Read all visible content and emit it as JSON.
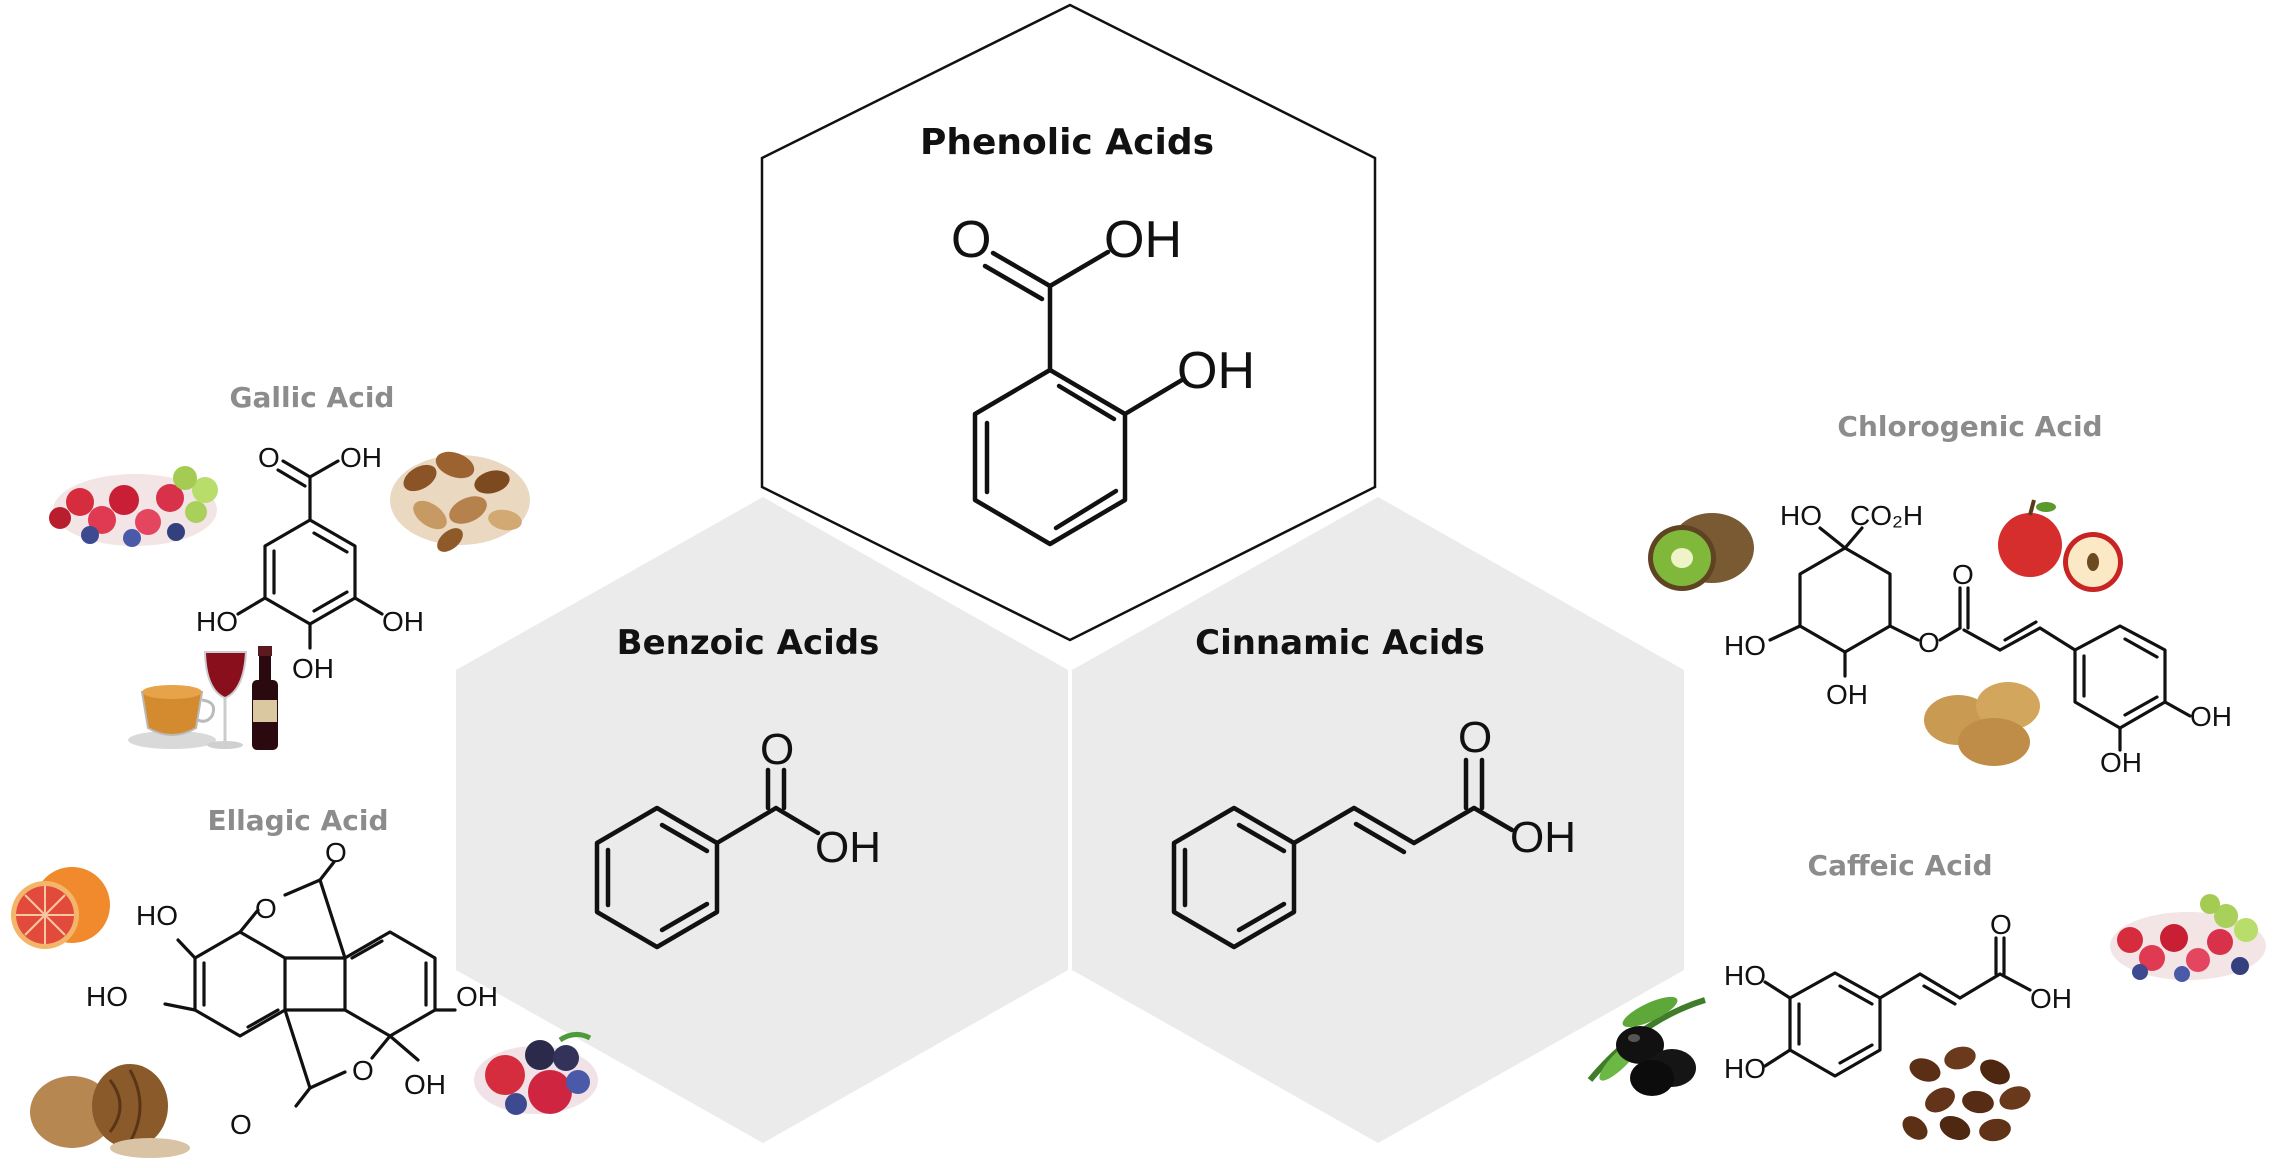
{
  "main": {
    "phenolic": {
      "title": "Phenolic Acids"
    },
    "benzoic": {
      "title": "Benzoic Acids"
    },
    "cinnamic": {
      "title": "Cinnamic Acids"
    }
  },
  "examples": {
    "gallic": {
      "title": "Gallic Acid",
      "sources": [
        "berries-icon",
        "nuts-icon",
        "tea-icon",
        "red-wine-icon"
      ]
    },
    "ellagic": {
      "title": "Ellagic Acid",
      "sources": [
        "grapefruit-icon",
        "walnut-icon",
        "berries-icon"
      ]
    },
    "chlorogenic": {
      "title": "Chlorogenic Acid",
      "sources": [
        "kiwi-icon",
        "apple-icon",
        "potato-icon"
      ]
    },
    "caffeic": {
      "title": "Caffeic Acid",
      "sources": [
        "olive-icon",
        "coffee-beans-icon",
        "berries-icon"
      ]
    }
  },
  "labels": {
    "oh": "OH",
    "ho": "HO",
    "o": "O",
    "co2h": "CO₂H"
  },
  "colors": {
    "hex_outline": "#111111",
    "hex_fill_grey": "#ebebeb",
    "title_grey": "#8c8c8c"
  }
}
